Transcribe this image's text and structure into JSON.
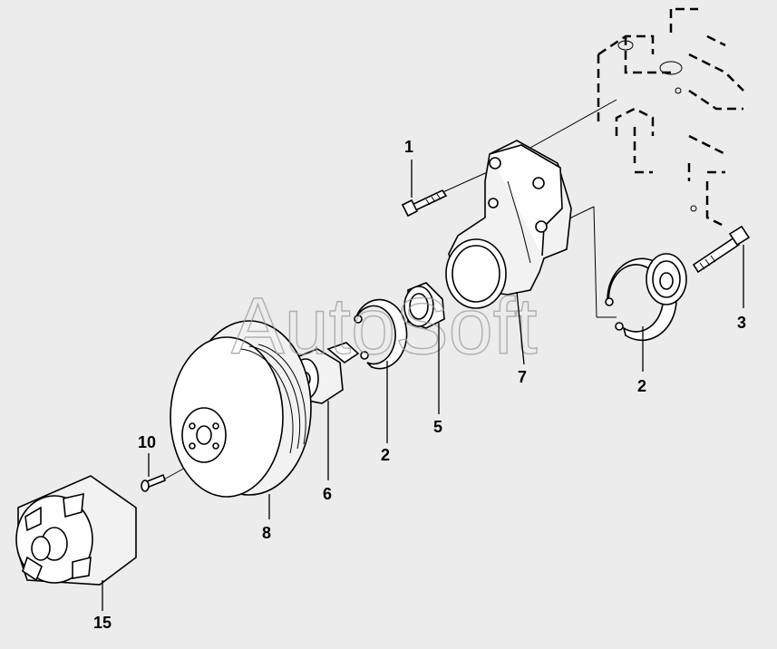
{
  "diagram": {
    "watermark": "AutoSoft",
    "callouts": {
      "bolt_top": "1",
      "circlip_left": "2",
      "circlip_right": "2",
      "bolt_right": "3",
      "bearing": "5",
      "hub": "6",
      "housing": "7",
      "pulley": "8",
      "small_bolt": "10",
      "damper": "15"
    }
  }
}
